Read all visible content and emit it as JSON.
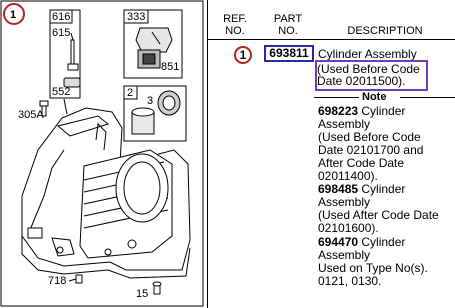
{
  "diagram": {
    "ref_callout": "1",
    "inset_a_number": "616",
    "inset_a_part": "615",
    "inset_b_number": "333",
    "inset_b_part": "851",
    "inset_c_number": "2",
    "inset_c_part": "3",
    "callouts": [
      "552",
      "305A",
      "718",
      "15"
    ]
  },
  "table": {
    "headers": {
      "ref_line1": "REF.",
      "ref_line2": "NO.",
      "part_line1": "PART",
      "part_line2": "NO.",
      "description": "DESCRIPTION"
    },
    "row": {
      "ref": "1",
      "part": "693811",
      "name": "Cylinder Assembly",
      "used_line1": "(Used Before Code",
      "used_line2": "Date 02011500).",
      "note_label": "Note",
      "note_lines": [
        {
          "text": "698223 Cylinder",
          "bold": "698223"
        },
        {
          "text": "Assembly"
        },
        {
          "text": "(Used Before Code"
        },
        {
          "text": "Date 02101700 and"
        },
        {
          "text": "After Code Date"
        },
        {
          "text": "02011400)."
        },
        {
          "text": "698485 Cylinder",
          "bold": "698485"
        },
        {
          "text": "Assembly"
        },
        {
          "text": "(Used After Code Date"
        },
        {
          "text": "02101600)."
        },
        {
          "text": "694470 Cylinder",
          "bold": "694470"
        },
        {
          "text": "Assembly"
        },
        {
          "text": "Used on Type No(s)."
        },
        {
          "text": "0121, 0130."
        }
      ]
    }
  },
  "colors": {
    "ref_circle": "#b3261e",
    "part_box": "#2b2aa6",
    "used_box": "#6b3fb5"
  }
}
